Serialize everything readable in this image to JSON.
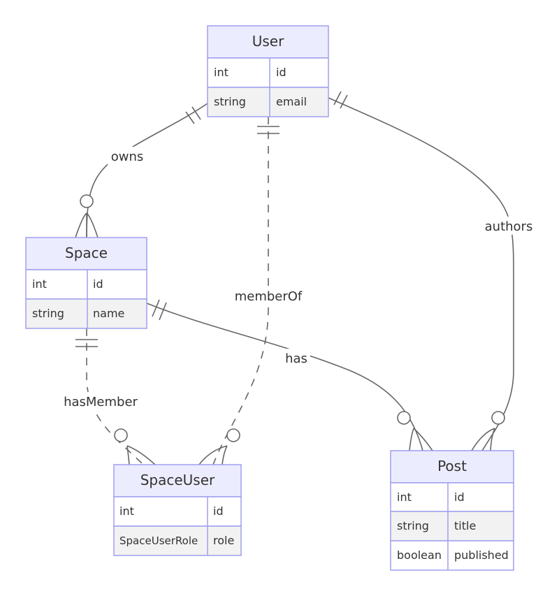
{
  "entities": {
    "user": {
      "title": "User",
      "rows": [
        {
          "type": "int",
          "name": "id"
        },
        {
          "type": "string",
          "name": "email"
        }
      ]
    },
    "space": {
      "title": "Space",
      "rows": [
        {
          "type": "int",
          "name": "id"
        },
        {
          "type": "string",
          "name": "name"
        }
      ]
    },
    "spaceuser": {
      "title": "SpaceUser",
      "rows": [
        {
          "type": "int",
          "name": "id"
        },
        {
          "type": "SpaceUserRole",
          "name": "role"
        }
      ]
    },
    "post": {
      "title": "Post",
      "rows": [
        {
          "type": "int",
          "name": "id"
        },
        {
          "type": "string",
          "name": "title"
        },
        {
          "type": "boolean",
          "name": "published"
        }
      ]
    }
  },
  "relationships": {
    "owns": "owns",
    "memberOf": "memberOf",
    "authors": "authors",
    "has": "has",
    "hasMember": "hasMember"
  }
}
